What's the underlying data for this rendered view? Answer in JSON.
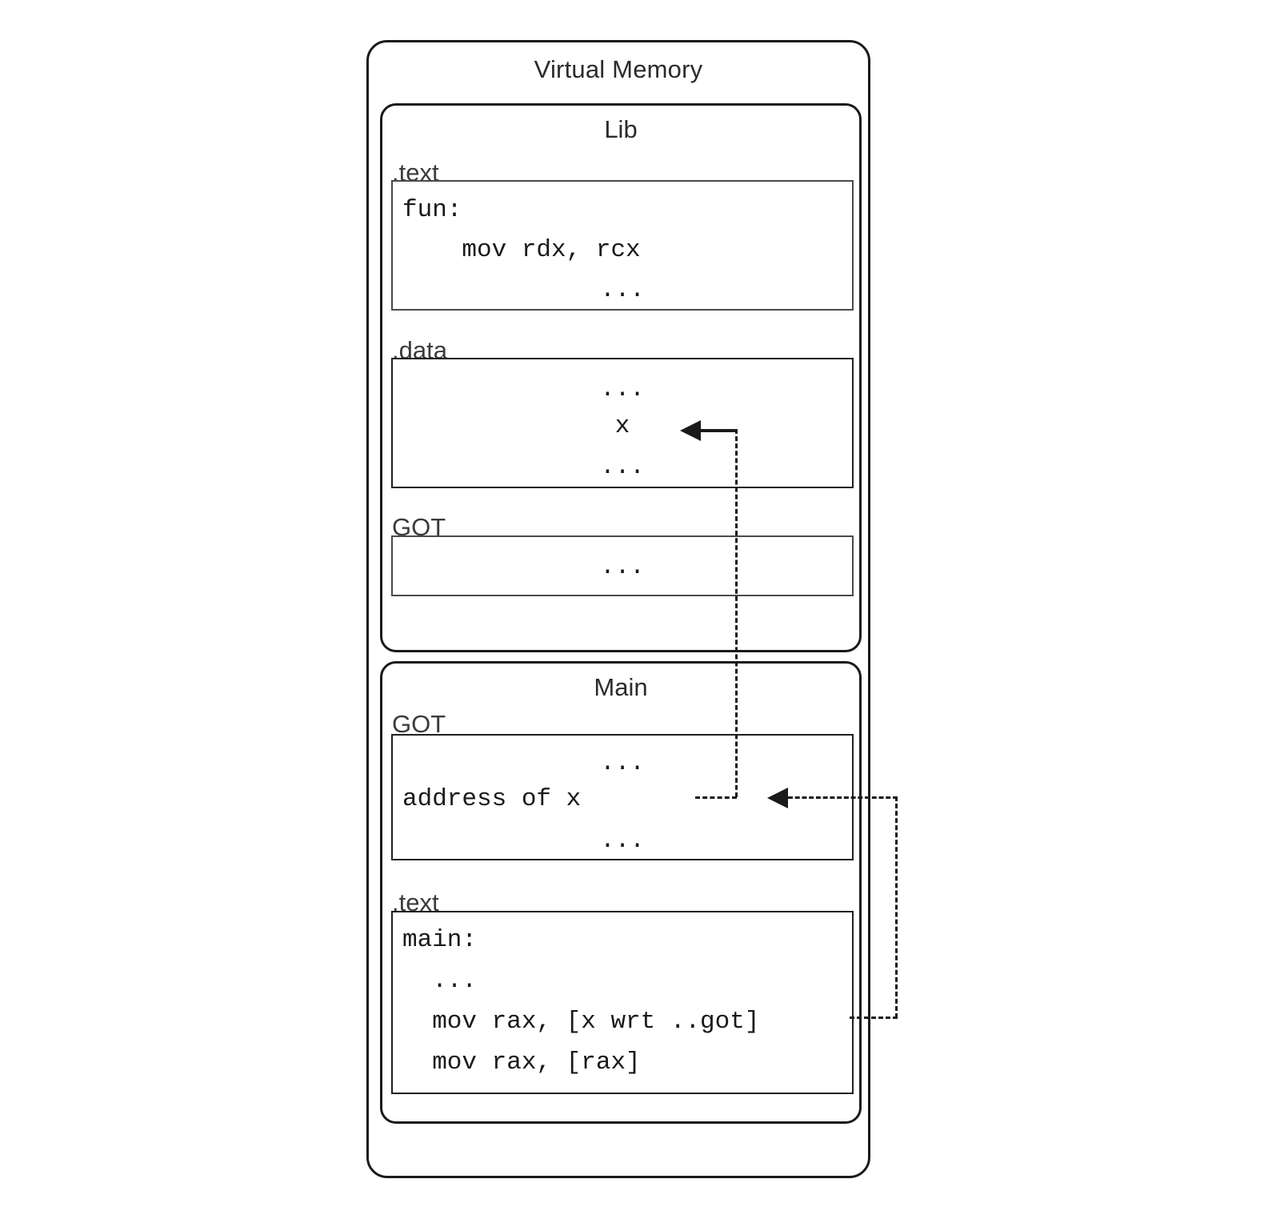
{
  "figure": {
    "title": "Virtual Memory"
  },
  "modules": [
    {
      "id": "lib",
      "title": "Lib",
      "sections": [
        {
          "label": ".text",
          "lines": [
            {
              "text": "fun:",
              "align": "left"
            },
            {
              "text": "    mov rdx, rcx",
              "align": "left"
            },
            {
              "text": "...",
              "align": "center"
            }
          ]
        },
        {
          "label": ".data",
          "lines": [
            {
              "text": "...",
              "align": "center"
            },
            {
              "text": "x",
              "align": "center"
            },
            {
              "text": "...",
              "align": "center"
            }
          ]
        },
        {
          "label": "GOT",
          "lines": [
            {
              "text": "...",
              "align": "center"
            }
          ]
        }
      ]
    },
    {
      "id": "main",
      "title": "Main",
      "sections": [
        {
          "label": "GOT",
          "lines": [
            {
              "text": "...",
              "align": "center"
            },
            {
              "text": "address of x",
              "align": "left"
            },
            {
              "text": "...",
              "align": "center"
            }
          ]
        },
        {
          "label": ".text",
          "lines": [
            {
              "text": "main:",
              "align": "left"
            },
            {
              "text": "  ...",
              "align": "left"
            },
            {
              "text": "  mov rax, [x wrt ..got]",
              "align": "left"
            },
            {
              "text": "  mov rax, [rax]",
              "align": "left"
            }
          ]
        }
      ]
    }
  ],
  "connections": {
    "got_to_x": {
      "from": "main.GOT address of x",
      "to": "lib.data x",
      "style": "dashed",
      "arrowhead": "left"
    },
    "code_to_got": {
      "from": "main.text mov rax, [x wrt ..got]",
      "to": "main.GOT address of x",
      "style": "dashed",
      "arrowhead": "left"
    }
  },
  "colors": {
    "stroke": "#1a1a1a",
    "box_stroke": "#4a4a4a",
    "label": "#3b3b3b",
    "background": "#ffffff"
  }
}
